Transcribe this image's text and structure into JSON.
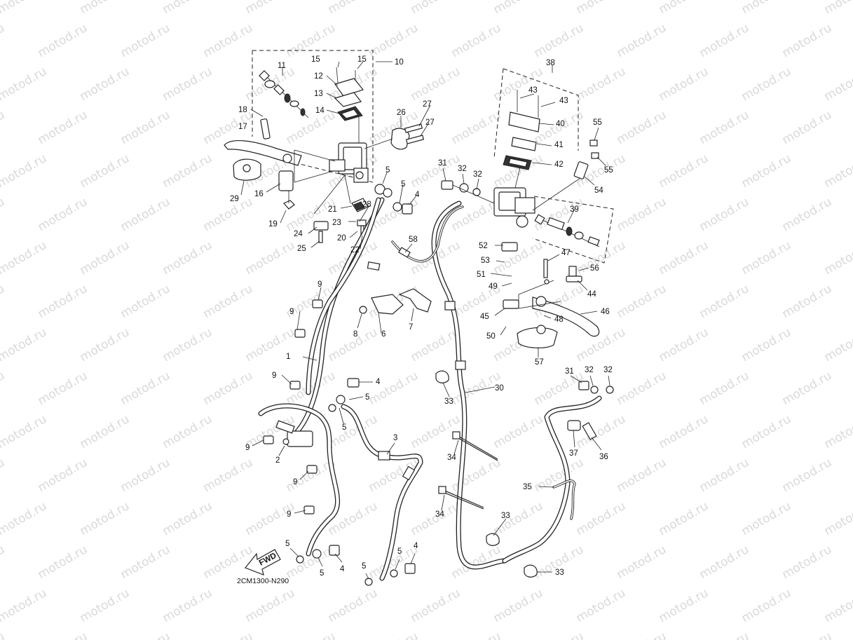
{
  "watermark": "motod.ru",
  "diagram_code": "2CM1300-N290",
  "fwd_label": "FWD",
  "callouts": {
    "c1": "1",
    "c2": "2",
    "c3": "3",
    "c4a": "4",
    "c4b": "4",
    "c4c": "4",
    "c4d": "4",
    "c5a": "5",
    "c5b": "5",
    "c5c": "5",
    "c5d": "5",
    "c5e": "5",
    "c5f": "5",
    "c5g": "5",
    "c5h": "5",
    "c6": "6",
    "c7": "7",
    "c8": "8",
    "c9a": "9",
    "c9b": "9",
    "c9c": "9",
    "c9d": "9",
    "c9e": "9",
    "c9f": "9",
    "c10": "10",
    "c11": "11",
    "c12": "12",
    "c13": "13",
    "c14": "14",
    "c15a": "15",
    "c15b": "15",
    "c16": "16",
    "c17": "17",
    "c18": "18",
    "c19": "19",
    "c20": "20",
    "c21": "21",
    "c22": "22",
    "c23": "23",
    "c24": "24",
    "c25": "25",
    "c26": "26",
    "c27a": "27",
    "c27b": "27",
    "c28": "28",
    "c29": "29",
    "c30": "30",
    "c31a": "31",
    "c31b": "31",
    "c32a": "32",
    "c32b": "32",
    "c32c": "32",
    "c32d": "32",
    "c33a": "33",
    "c33b": "33",
    "c33c": "33",
    "c34a": "34",
    "c34b": "34",
    "c35": "35",
    "c36": "36",
    "c37": "37",
    "c38": "38",
    "c39": "39",
    "c40": "40",
    "c41": "41",
    "c42": "42",
    "c43a": "43",
    "c43b": "43",
    "c44": "44",
    "c45": "45",
    "c46": "46",
    "c47": "47",
    "c48": "48",
    "c49": "49",
    "c50": "50",
    "c51": "51",
    "c52": "52",
    "c53": "53",
    "c54": "54",
    "c55a": "55",
    "c55b": "55",
    "c56": "56",
    "c57": "57",
    "c58": "58"
  }
}
